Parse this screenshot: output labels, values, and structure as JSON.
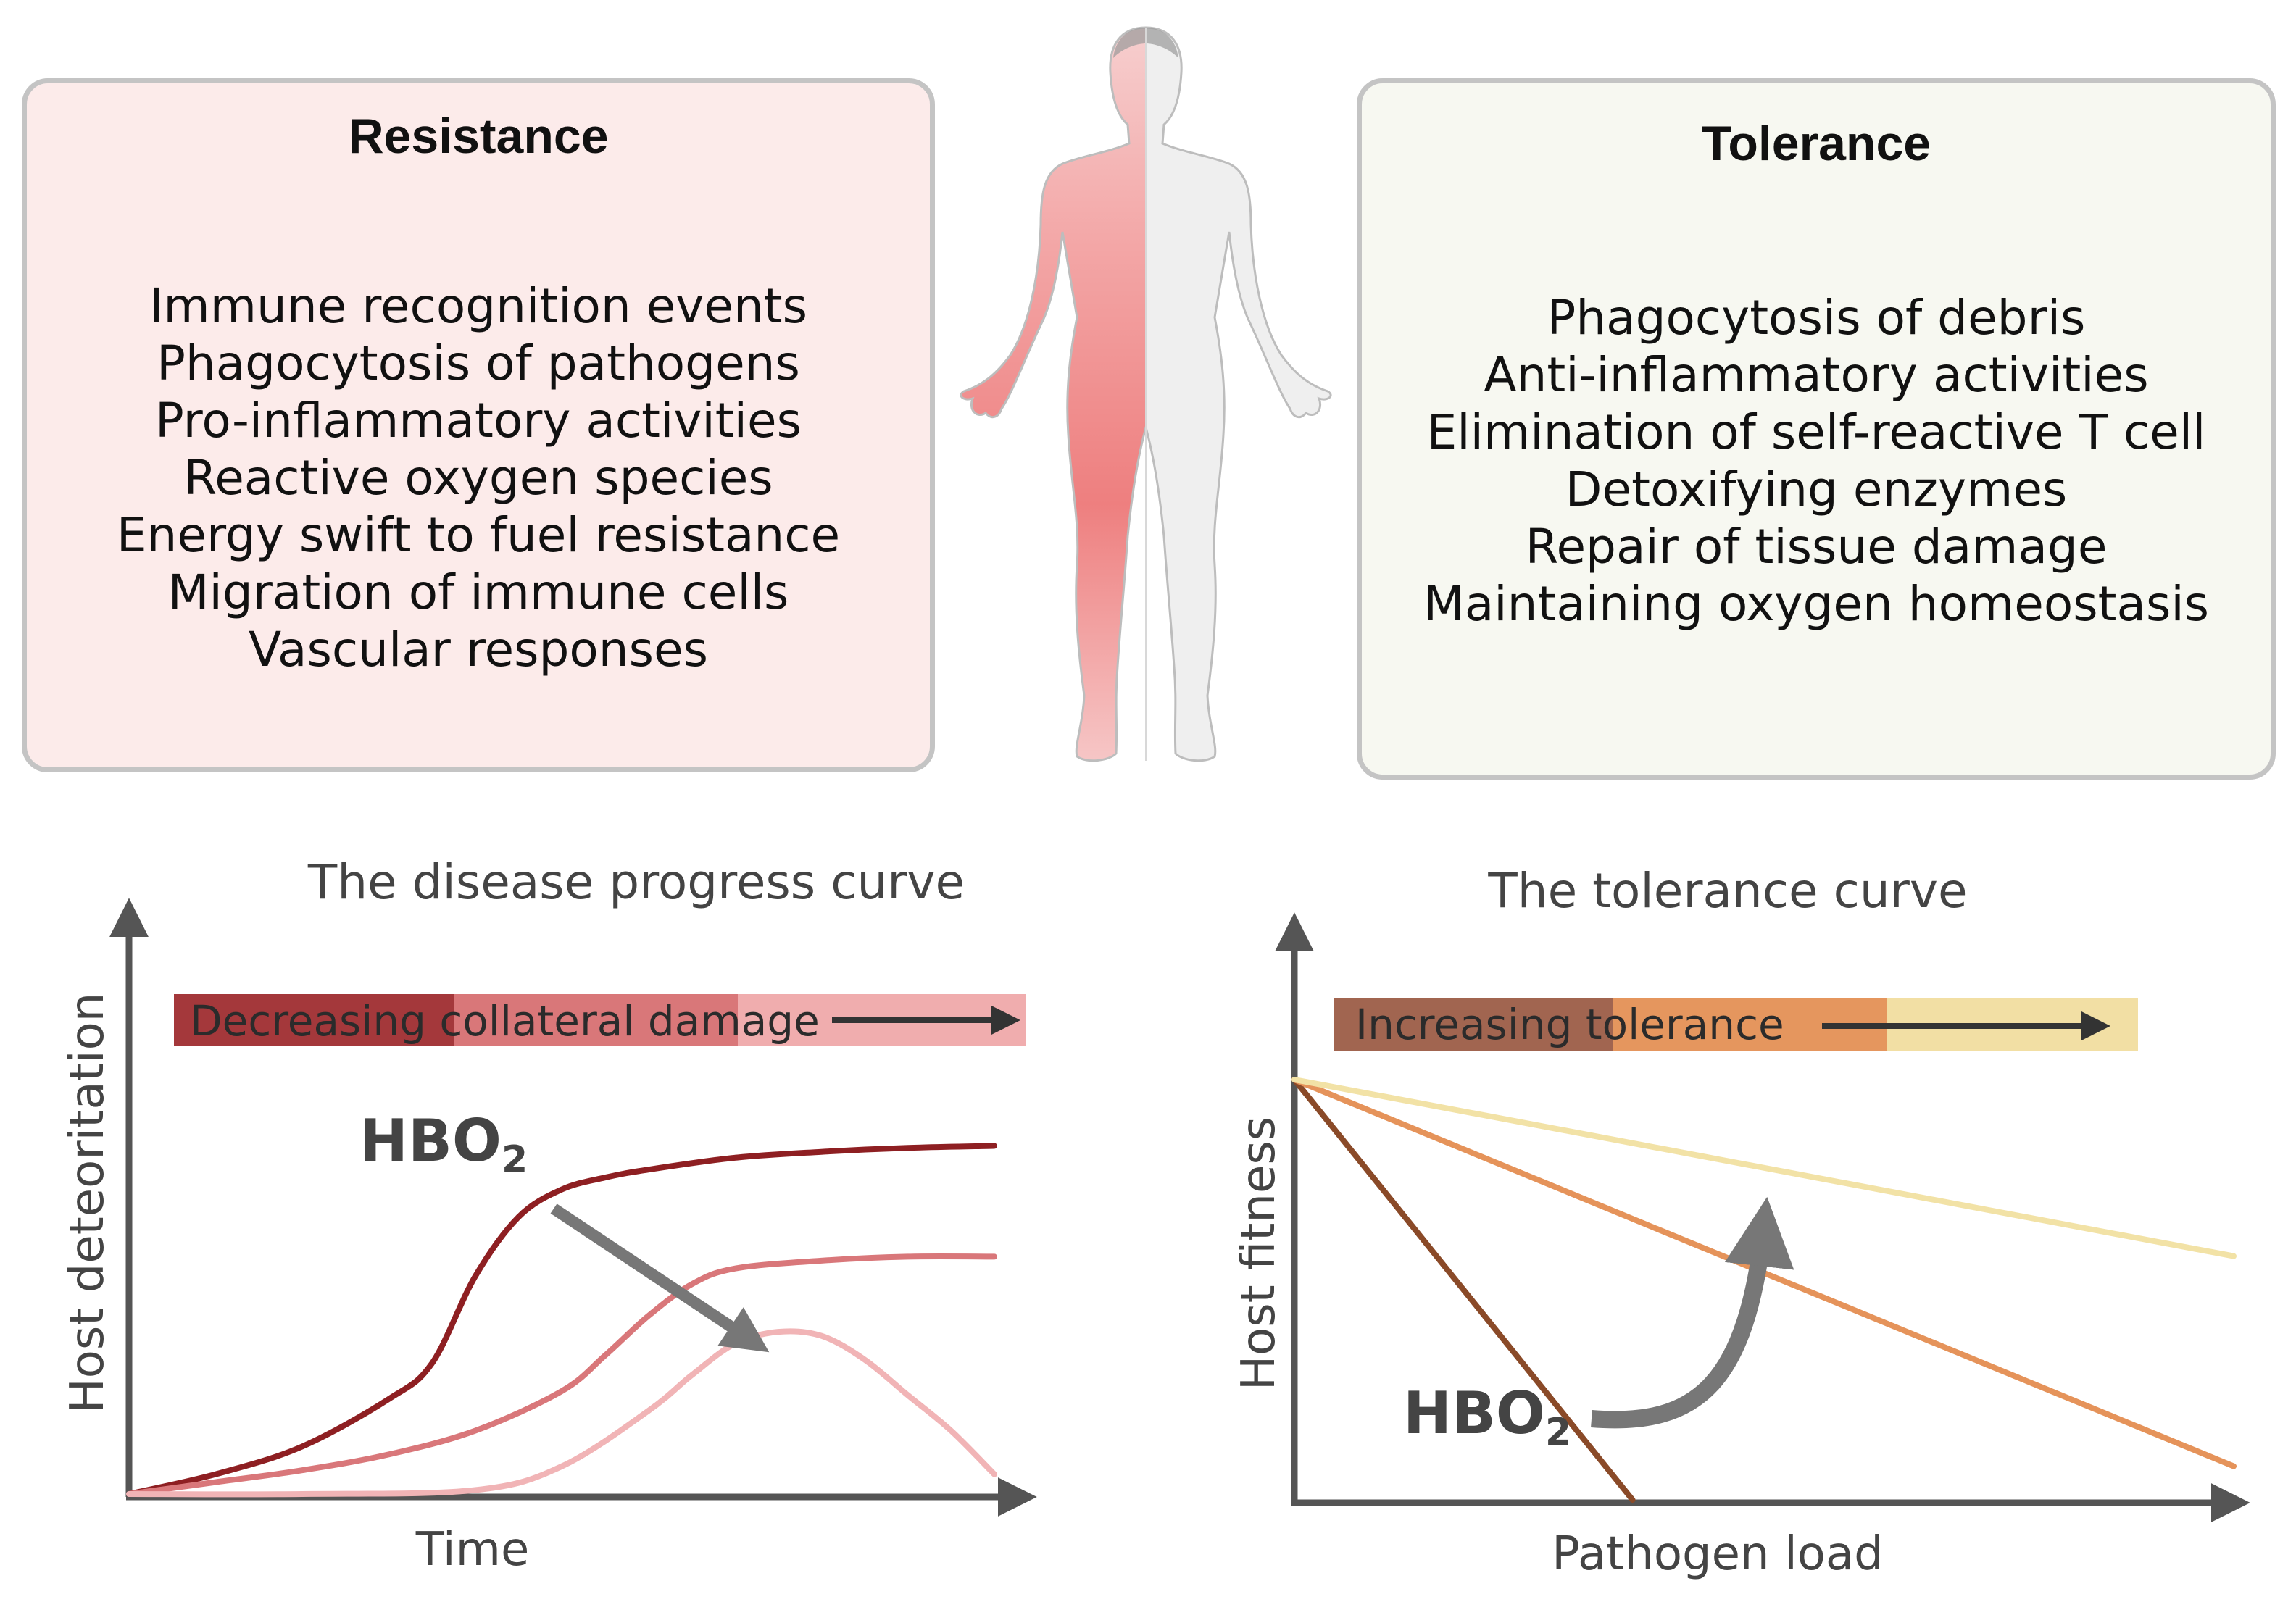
{
  "resistance": {
    "title": "Resistance",
    "items": [
      "Immune recognition events",
      "Phagocytosis of pathogens",
      "Pro-inflammatory activities",
      "Reactive oxygen species",
      "Energy swift to fuel resistance",
      "Migration of immune cells",
      "Vascular responses"
    ]
  },
  "tolerance": {
    "title": "Tolerance",
    "items": [
      "Phagocytosis of debris",
      "Anti-inflammatory activities",
      "Elimination of self-reactive T cell",
      "Detoxifying enzymes",
      "Repair of tissue damage",
      "Maintaining oxygen homeostasis"
    ]
  },
  "colors": {
    "resistance_bg": "#fcebea",
    "tolerance_bg": "#f7f8f1",
    "dark_red": "#8e1f22",
    "mid_red": "#d9777a",
    "light_red": "#f1b4b6",
    "brown": "#8a4a28",
    "orange": "#e5935a",
    "pale_yellow": "#f2e2a6"
  },
  "chart_data": [
    {
      "type": "line",
      "title": "The disease progress curve",
      "xlabel": "Time",
      "ylabel": "Host deteoritation",
      "banner": "Decreasing collateral damage",
      "annotation": "HBO",
      "annotation_subscript": "2",
      "series": [
        {
          "color": "#8e1f22",
          "x": [
            0,
            10,
            20,
            30,
            35,
            40,
            45,
            50,
            55,
            60,
            70,
            80,
            90,
            100
          ],
          "y": [
            0,
            5,
            12,
            24,
            33,
            55,
            70,
            77,
            80,
            82,
            85,
            86.5,
            87.5,
            88
          ]
        },
        {
          "color": "#d9777a",
          "x": [
            0,
            10,
            20,
            30,
            40,
            50,
            55,
            60,
            65,
            70,
            80,
            90,
            100
          ],
          "y": [
            0,
            3,
            6,
            10,
            16,
            26,
            35,
            45,
            53,
            57,
            59,
            60,
            60
          ]
        },
        {
          "color": "#f1b4b6",
          "x": [
            0,
            20,
            40,
            50,
            60,
            65,
            70,
            75,
            80,
            85,
            90,
            95,
            100
          ],
          "y": [
            0,
            0,
            1,
            7,
            21,
            30,
            38,
            41,
            40,
            34,
            25,
            16,
            5
          ]
        }
      ]
    },
    {
      "type": "line",
      "title": "The tolerance curve",
      "xlabel": "Pathogen load",
      "ylabel": "Host fitness",
      "banner": "Increasing tolerance",
      "annotation": "HBO",
      "annotation_subscript": "2",
      "series": [
        {
          "color": "#8a4a28",
          "x": [
            0,
            36
          ],
          "y": [
            100,
            0
          ]
        },
        {
          "color": "#e5935a",
          "x": [
            0,
            100
          ],
          "y": [
            100,
            8
          ]
        },
        {
          "color": "#f2e2a6",
          "x": [
            0,
            100
          ],
          "y": [
            100,
            58
          ]
        }
      ]
    }
  ]
}
